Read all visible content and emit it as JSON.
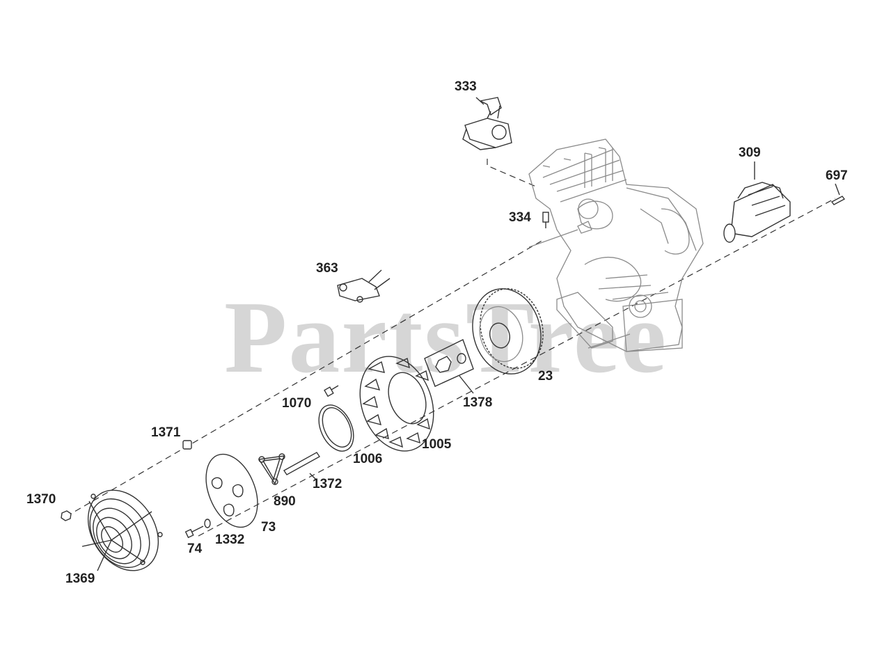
{
  "watermark": "PartsTree",
  "parts": [
    {
      "id": "333",
      "label": "333"
    },
    {
      "id": "309",
      "label": "309"
    },
    {
      "id": "697",
      "label": "697"
    },
    {
      "id": "334",
      "label": "334"
    },
    {
      "id": "363",
      "label": "363"
    },
    {
      "id": "23",
      "label": "23"
    },
    {
      "id": "1378",
      "label": "1378"
    },
    {
      "id": "1070",
      "label": "1070"
    },
    {
      "id": "1371",
      "label": "1371"
    },
    {
      "id": "1005",
      "label": "1005"
    },
    {
      "id": "1006",
      "label": "1006"
    },
    {
      "id": "1372",
      "label": "1372"
    },
    {
      "id": "890",
      "label": "890"
    },
    {
      "id": "1370",
      "label": "1370"
    },
    {
      "id": "73",
      "label": "73"
    },
    {
      "id": "1332",
      "label": "1332"
    },
    {
      "id": "74",
      "label": "74"
    },
    {
      "id": "1369",
      "label": "1369"
    }
  ],
  "icons": {
    "engine": "engine-block-icon",
    "starter": "starter-motor-icon",
    "ignition": "ignition-coil-icon",
    "flywheel": "flywheel-icon",
    "fan": "cooling-fan-icon",
    "guard": "fan-guard-icon"
  }
}
